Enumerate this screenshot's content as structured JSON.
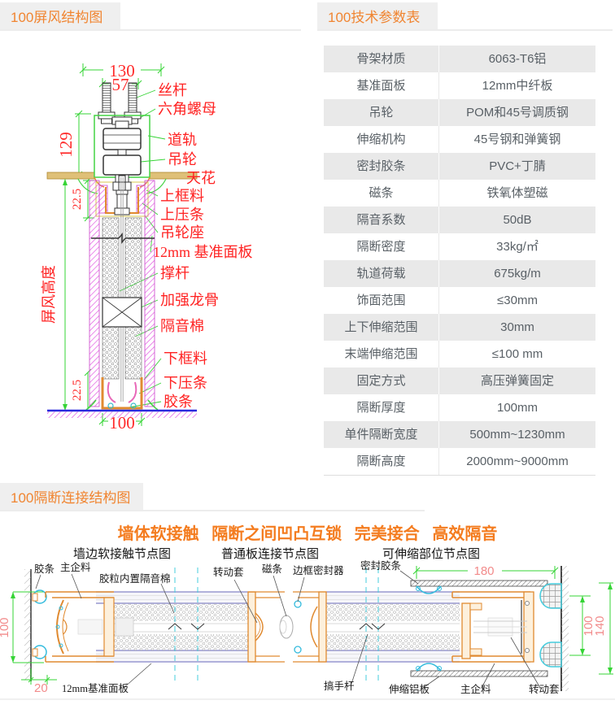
{
  "tabs": {
    "structure": "100屏风结构图",
    "params": "100技术参数表",
    "connection": "100隔断连接结构图"
  },
  "structure_diagram": {
    "dims": {
      "width_130": "130",
      "width_57": "57",
      "height_129": "129",
      "offset_top": "22.5",
      "offset_bottom": "22.5",
      "width_100": "100",
      "screen_height": "屏风高度"
    },
    "labels": {
      "screw_rod": "丝杆",
      "hex_nut": "六角螺母",
      "track": "道轨",
      "hanging_wheel": "吊轮",
      "ceiling": "天花",
      "top_frame": "上框料",
      "top_bead": "上压条",
      "wheel_seat": "吊轮座",
      "base_panel": "12mm 基准面板",
      "support_rod": "撑杆",
      "reinforced_keel": "加强龙骨",
      "sound_cotton": "隔音棉",
      "bottom_frame": "下框料",
      "bottom_bead": "下压条",
      "rubber_strip": "胶条"
    }
  },
  "params_table": {
    "rows": [
      {
        "label": "骨架材质",
        "value": "6063-T6铝"
      },
      {
        "label": "基准面板",
        "value": "12mm中纤板"
      },
      {
        "label": "吊轮",
        "value": "POM和45号调质钢"
      },
      {
        "label": "伸缩机构",
        "value": "45号钢和弹簧钢"
      },
      {
        "label": "密封胶条",
        "value": "PVC+丁腈"
      },
      {
        "label": "磁条",
        "value": "铁氧体塑磁"
      },
      {
        "label": "隔音系数",
        "value": "50dB"
      },
      {
        "label": "隔断密度",
        "value": "33kg/㎡"
      },
      {
        "label": "轨道荷载",
        "value": "675kg/m"
      },
      {
        "label": "饰面范围",
        "value": "≤30mm"
      },
      {
        "label": "上下伸缩范围",
        "value": "30mm"
      },
      {
        "label": "末端伸缩范围",
        "value": "≤100 mm"
      },
      {
        "label": "固定方式",
        "value": "高压弹簧固定"
      },
      {
        "label": "隔断厚度",
        "value": "100mm"
      },
      {
        "label": "单件隔断宽度",
        "value": "500mm~1230mm"
      },
      {
        "label": "隔断高度",
        "value": "2000mm~9000mm"
      }
    ]
  },
  "connection_diagram": {
    "headline": "墙体软接触 隔断之间凹凸互锁 完美接合 高效隔音",
    "wall_node": {
      "title": "墙边软接触节点图",
      "labels": {
        "rubber_strip": "胶条",
        "main_profile": "主企料",
        "cotton": "胶粒内置隔音棉",
        "base_panel": "12mm基准面板"
      },
      "dims": {
        "h": "100",
        "w": "20"
      }
    },
    "board_node": {
      "title": "普通板连接节点图",
      "labels": {
        "rotating_sleeve": "转动套",
        "magnetic_strip": "磁条",
        "frame_sealer": "边框密封器",
        "handle_rod": "搞手杆"
      }
    },
    "telescopic_node": {
      "title": "可伸缩部位节点图",
      "labels": {
        "seal_strip": "密封胶条",
        "telescopic_plate": "伸缩铝板",
        "main_profile": "主企料",
        "rotating_sleeve": "转动套"
      },
      "dims": {
        "w": "180",
        "h1": "100",
        "h2": "140"
      }
    }
  }
}
